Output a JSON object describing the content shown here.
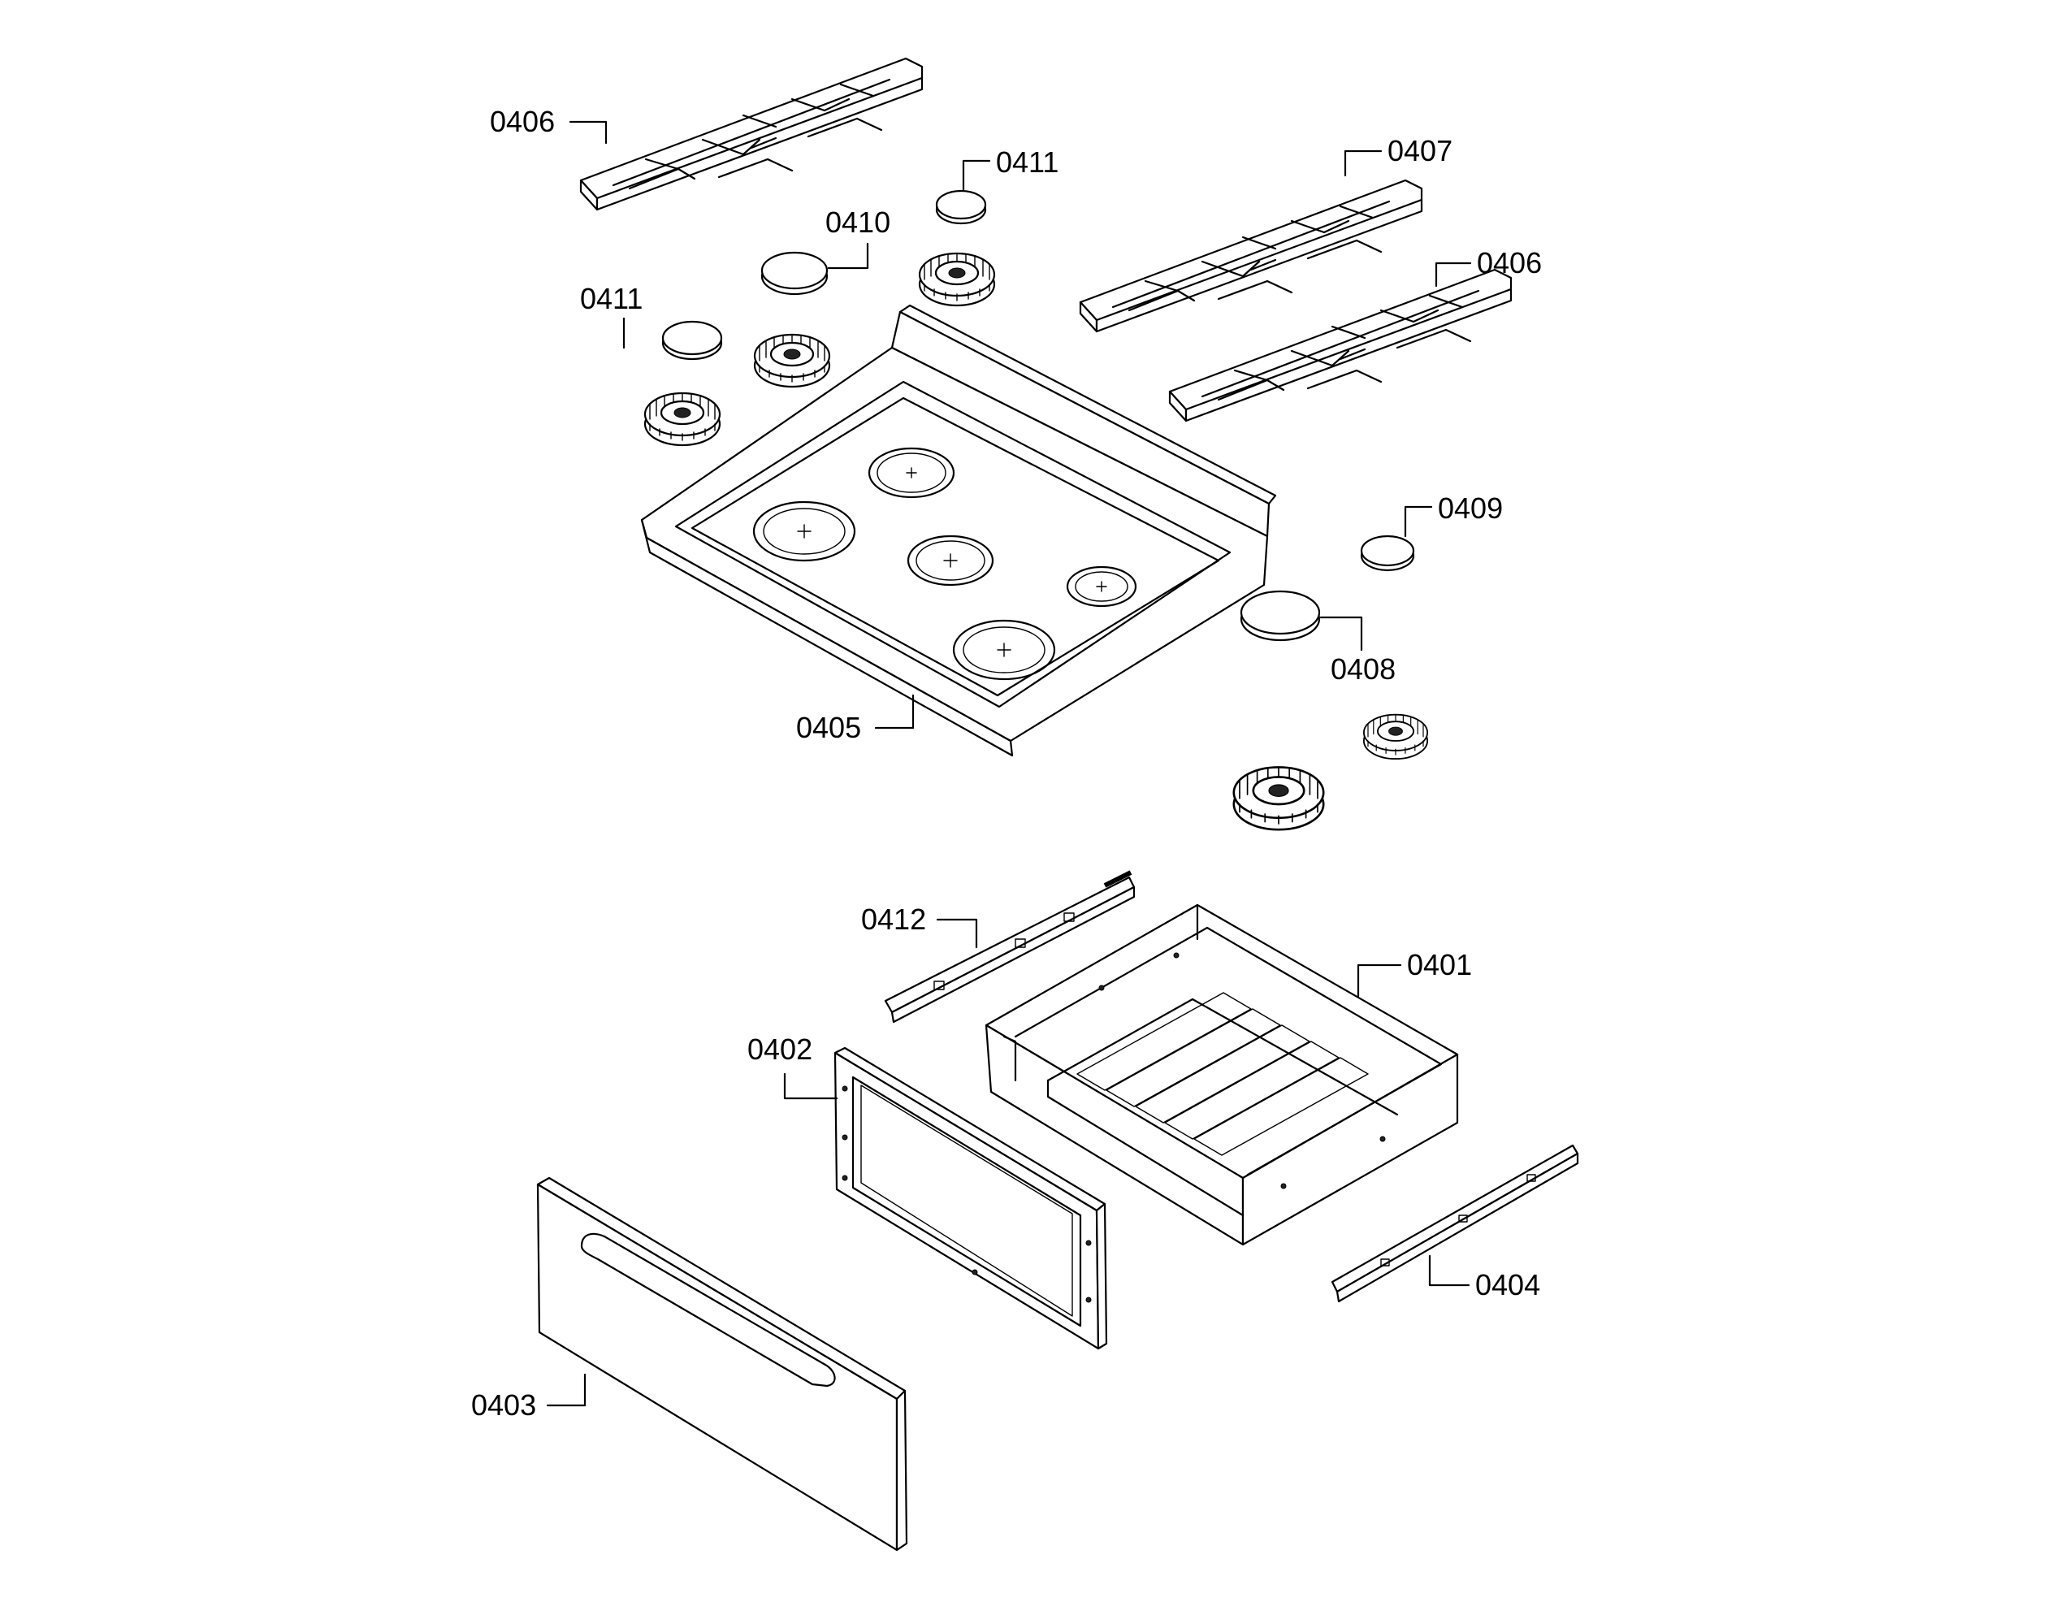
{
  "labels": {
    "grate_left": "0406",
    "cap_small_left": "0411",
    "cap_large_back": "0410",
    "cap_small_mid": "0411",
    "grate_center": "0407",
    "grate_right": "0406",
    "cap_small_right": "0409",
    "cap_large_right": "0408",
    "cooktop": "0405",
    "rail_left": "0412",
    "drawer_box": "0401",
    "drawer_inner_panel": "0402",
    "rail_right": "0404",
    "drawer_front": "0403"
  }
}
